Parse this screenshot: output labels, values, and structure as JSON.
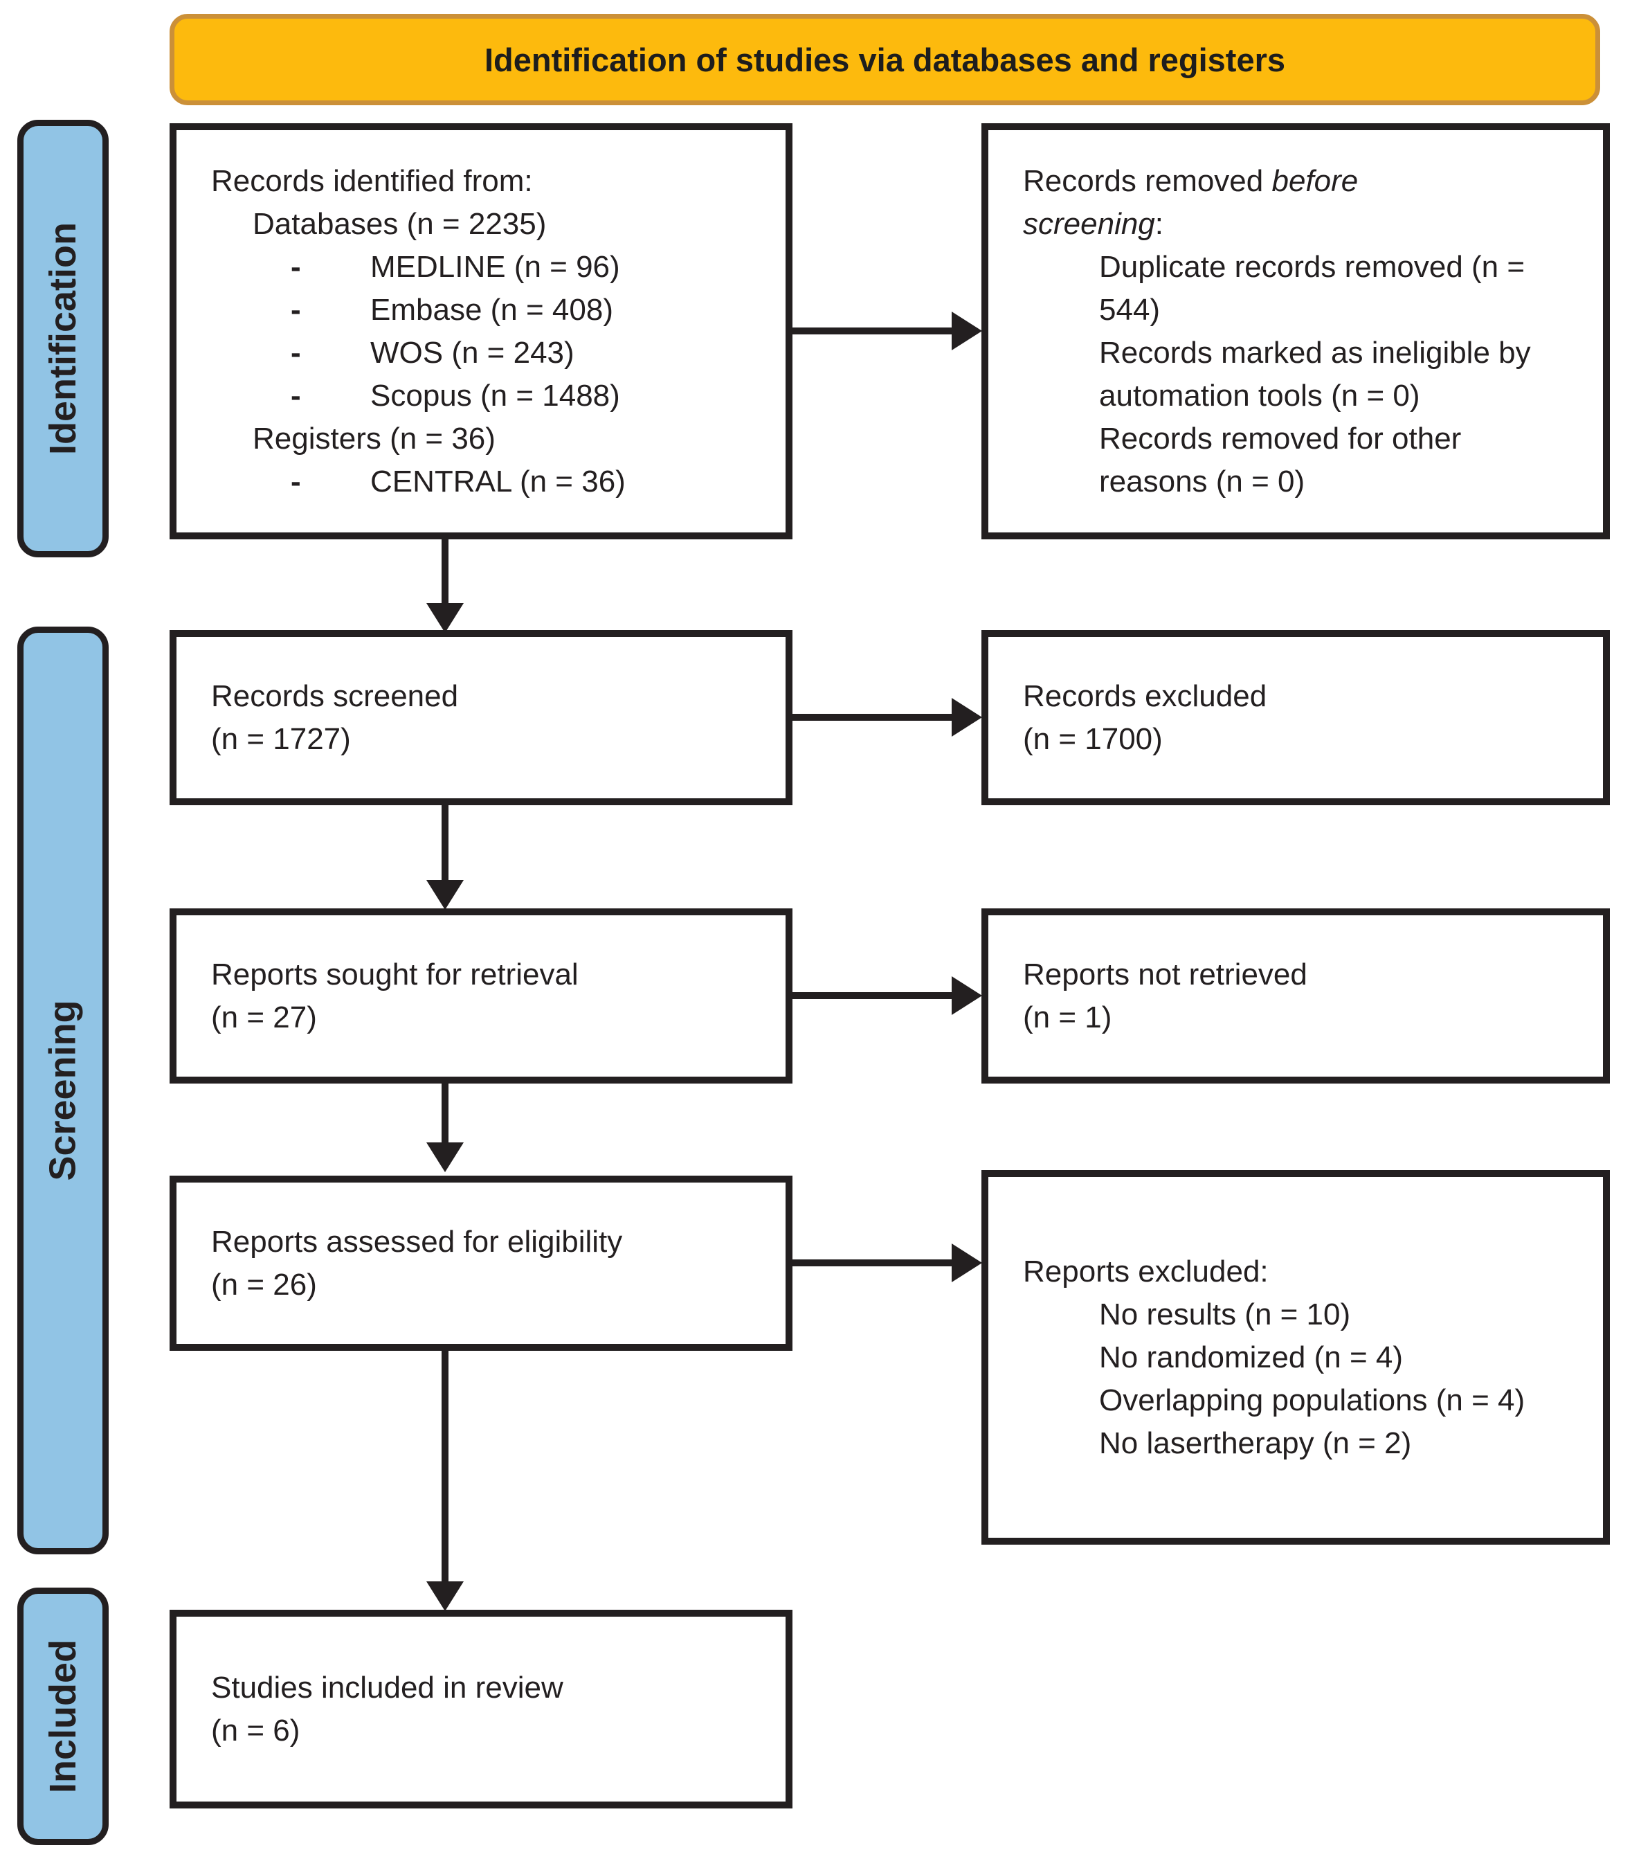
{
  "header": {
    "title": "Identification of studies via databases and registers"
  },
  "sidebar": {
    "labels": [
      {
        "text": "Identification"
      },
      {
        "text": "Screening"
      },
      {
        "text": "Included"
      }
    ]
  },
  "boxes": {
    "identified": {
      "title": "Records identified from:",
      "bullet": "-",
      "groups": [
        {
          "label": "Databases (n = 2235)",
          "items": [
            "MEDLINE (n = 96)",
            "Embase (n = 408)",
            "WOS (n = 243)",
            "Scopus (n = 1488)"
          ]
        },
        {
          "label": "Registers (n = 36)",
          "items": [
            "CENTRAL (n = 36)"
          ]
        }
      ]
    },
    "removed": {
      "title_prefix": "Records removed ",
      "title_italic": "before screening",
      "title_suffix": ":",
      "items": [
        "Duplicate records removed (n = 544)",
        "Records marked as ineligible by automation tools (n = 0)",
        "Records removed for other reasons (n = 0)"
      ]
    },
    "screened": {
      "line1": "Records screened",
      "line2": "(n = 1727)"
    },
    "excluded": {
      "line1": "Records excluded",
      "line2": "(n = 1700)"
    },
    "sought": {
      "line1": "Reports sought for retrieval",
      "line2": "(n = 27)"
    },
    "not_retrieved": {
      "line1": "Reports not retrieved",
      "line2": "(n = 1)"
    },
    "assessed": {
      "line1": "Reports assessed for eligibility",
      "line2": "(n = 26)"
    },
    "reports_excluded": {
      "title": "Reports excluded:",
      "items": [
        "No results (n = 10)",
        "No randomized (n = 4)",
        "Overlapping populations (n = 4)",
        "No lasertherapy (n = 2)"
      ]
    },
    "included": {
      "line1": "Studies included in review",
      "line2": "(n = 6)"
    }
  },
  "colors": {
    "header_fill": "#FDBA0D",
    "header_border": "#CB9038",
    "side_fill": "#91C4E5",
    "ink": "#231F20"
  }
}
